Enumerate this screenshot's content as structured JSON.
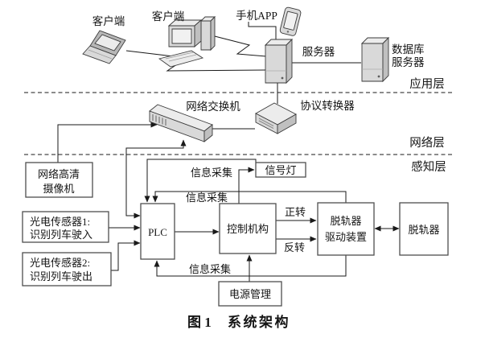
{
  "figure": {
    "caption_prefix": "图 1",
    "caption_title": "系统架构"
  },
  "layers": {
    "application": "应用层",
    "network": "网络层",
    "perception": "感知层"
  },
  "application_layer": {
    "client_laptop_label": "客户端",
    "client_desktop_label": "客户端",
    "mobile_app_label": "手机APP",
    "server_label": "服务器",
    "db_server_label_line1": "数据库",
    "db_server_label_line2": "服务器"
  },
  "network_layer": {
    "switch_label": "网络交换机",
    "protocol_converter_label": "协议转换器"
  },
  "perception_layer": {
    "camera_line1": "网络高清",
    "camera_line2": "摄像机",
    "sensor1_line1": "光电传感器1:",
    "sensor1_line2": "识别列车驶入",
    "sensor2_line1": "光电传感器2:",
    "sensor2_line2": "识别列车驶出",
    "plc_label": "PLC",
    "control_unit_label": "控制机构",
    "signal_light_label": "信号灯",
    "derailer_driver_line1": "脱轨器",
    "derailer_driver_line2": "驱动装置",
    "derailer_label": "脱轨器",
    "power_mgmt_label": "电源管理"
  },
  "edge_labels": {
    "info_collect_top": "信息采集",
    "info_collect_mid": "信息采集",
    "info_collect_bottom": "信息采集",
    "forward": "正转",
    "reverse": "反转"
  },
  "colors": {
    "line": "#1a1a1a",
    "box_border": "#4f4f4f",
    "icon_fill": "#d9d9d9",
    "icon_side": "#c0c0c0",
    "icon_top": "#ececec",
    "background": "#ffffff"
  }
}
